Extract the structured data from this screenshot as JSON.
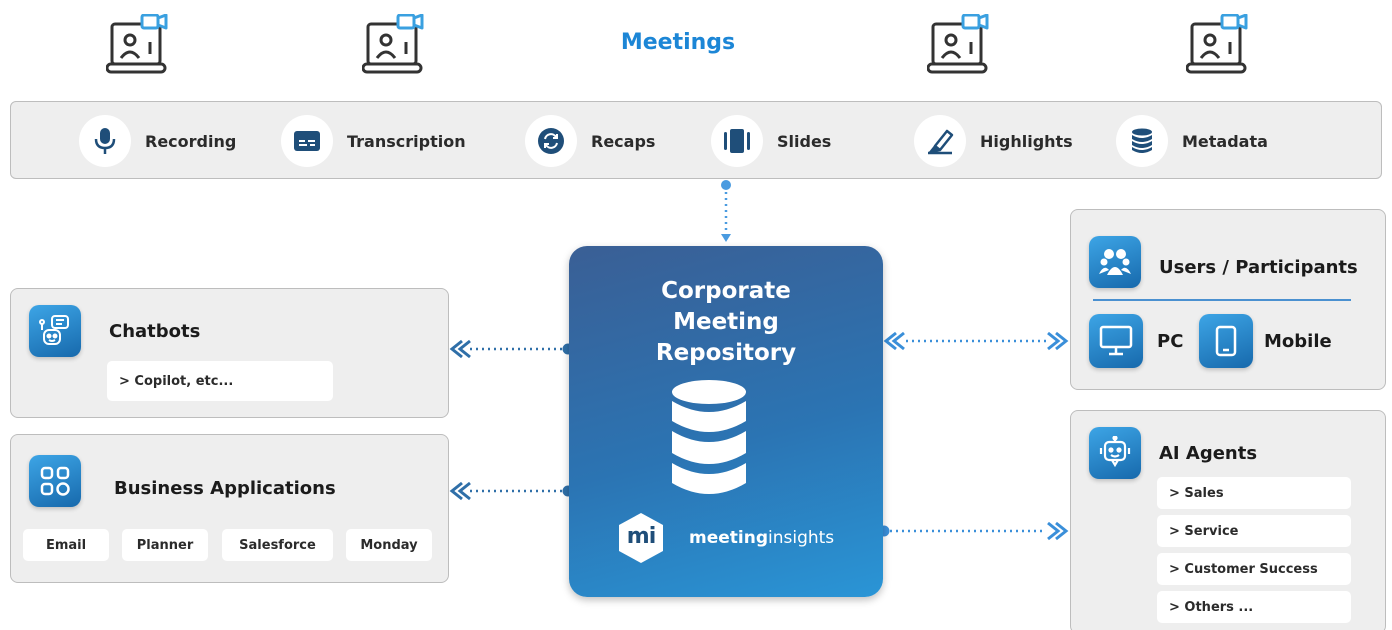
{
  "title": "Meetings",
  "features": [
    {
      "label": "Recording",
      "icon": "microphone-icon"
    },
    {
      "label": "Transcription",
      "icon": "captions-icon"
    },
    {
      "label": "Recaps",
      "icon": "refresh-icon"
    },
    {
      "label": "Slides",
      "icon": "slides-icon"
    },
    {
      "label": "Highlights",
      "icon": "highlighter-icon"
    },
    {
      "label": "Metadata",
      "icon": "database-icon"
    }
  ],
  "repository": {
    "title_lines": [
      "Corporate",
      "Meeting",
      "Repository"
    ],
    "brand_bold": "meeting",
    "brand_light": "insights",
    "logo_text": "mi"
  },
  "chatbots": {
    "title": "Chatbots",
    "items": [
      "> Copilot, etc..."
    ]
  },
  "business_apps": {
    "title": "Business Applications",
    "items": [
      "Email",
      "Planner",
      "Salesforce",
      "Monday"
    ]
  },
  "users": {
    "title": "Users / Participants",
    "pc_label": "PC",
    "mobile_label": "Mobile"
  },
  "ai_agents": {
    "title": "AI Agents",
    "items": [
      "> Sales",
      "> Service",
      "> Customer Success",
      "> Others ..."
    ]
  },
  "colors": {
    "accent": "#1c86d6",
    "icon_dark": "#1f4e79",
    "arrow": "#3a8fd9",
    "panel_bg": "#eeeeee"
  }
}
